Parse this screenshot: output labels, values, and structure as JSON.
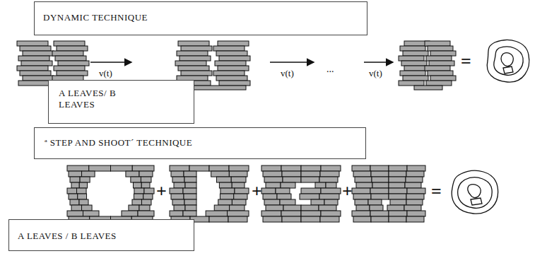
{
  "diagram": {
    "nodes": [
      {
        "text": [
          "DYNAMIC  TECHNIQUE"
        ]
      },
      {
        "text": [
          "A LEAVES/ B LEAVES"
        ]
      },
      {
        "text": [
          "ª STEP AND SHOOT´  TECHNIQUE"
        ]
      },
      {
        "text": [
          "A LEAVES / B LEAVES"
        ]
      }
    ],
    "labels": [
      "v(t)",
      "v(t)",
      "...",
      "v(t)",
      "=",
      "+",
      "+",
      "+",
      "="
    ]
  }
}
